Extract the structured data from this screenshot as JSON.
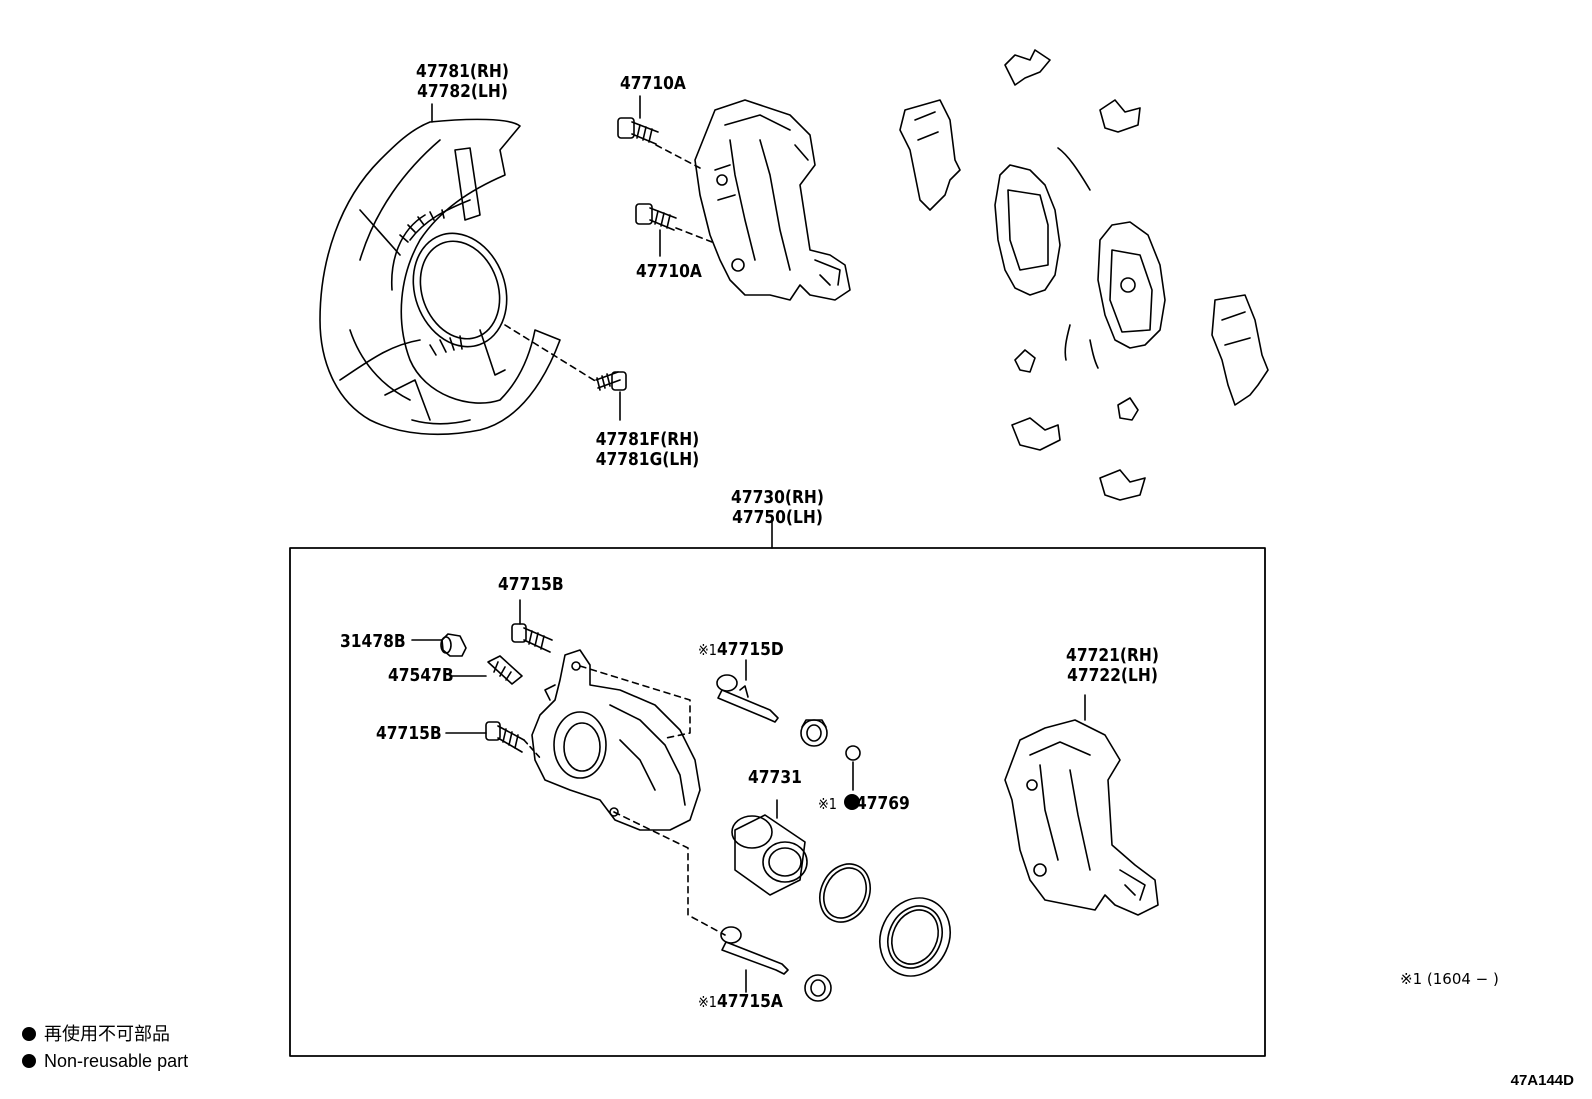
{
  "labels": {
    "shield": [
      "47781(RH)",
      "47782(LH)"
    ],
    "bolt_top": "47710A",
    "bolt_mid": "47710A",
    "shield_bolt": [
      "47781F(RH)",
      "47781G(LH)"
    ],
    "caliper_assy": [
      "47730(RH)",
      "47750(LH)"
    ],
    "bolt_upper": "47715B",
    "bleeder_cap": "31478B",
    "bleeder_plug": "47547B",
    "bolt_lower": "47715B",
    "pin_upper_prefix": "※1",
    "pin_upper": "47715D",
    "piston": "47731",
    "seal_prefix": "※1",
    "seal": "47769",
    "pin_lower_prefix": "※1",
    "pin_lower": "47715A",
    "mounting": [
      "47721(RH)",
      "47722(LH)"
    ]
  },
  "note": "※1 (1604 −      )",
  "legend": {
    "ja": "再使用不可部品",
    "en": "Non-reusable part"
  },
  "diagram_code": "47A144D"
}
